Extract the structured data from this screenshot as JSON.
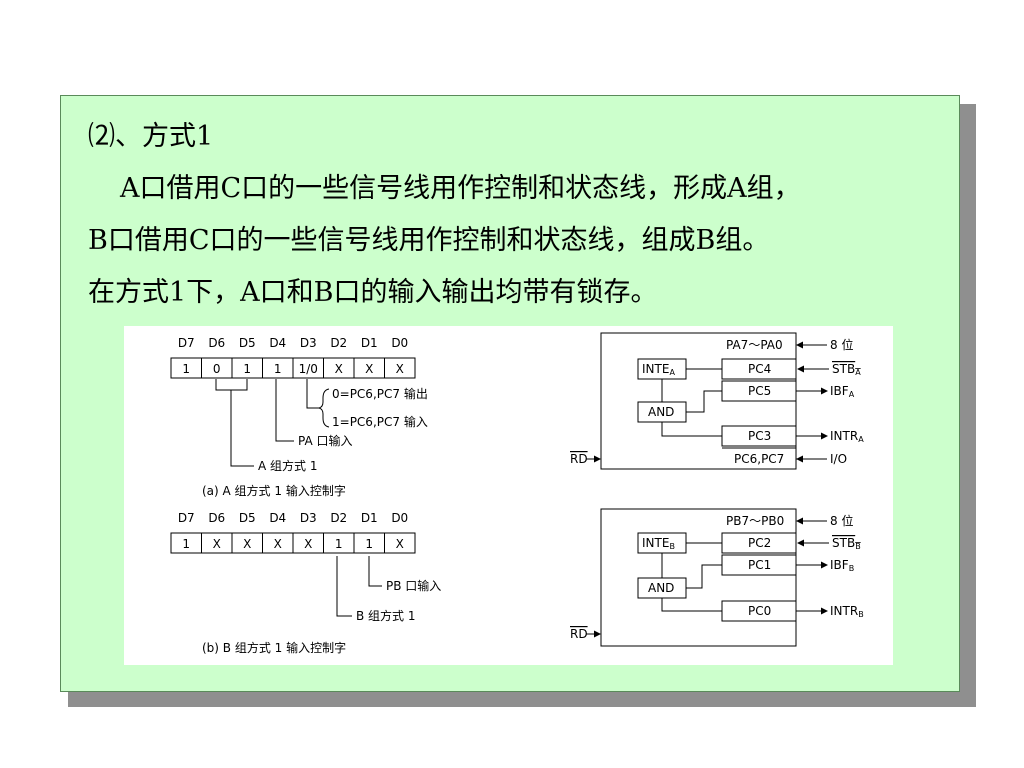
{
  "slide": {
    "heading": "⑵、方式1",
    "para_line1": "A口借用C口的一些信号线用作控制和状态线，形成A组，",
    "para_line2": "B口借用C口的一些信号线用作控制和状态线，组成B组。",
    "para_line3": "在方式1下，A口和B口的输入输出均带有锁存。"
  },
  "figure": {
    "bit_headers": [
      "D7",
      "D6",
      "D5",
      "D4",
      "D3",
      "D2",
      "D1",
      "D0"
    ],
    "a": {
      "bits": [
        "1",
        "0",
        "1",
        "1",
        "1/0",
        "X",
        "X",
        "X"
      ],
      "brace_line1": "0=PC6,PC7 输出",
      "brace_line2": "1=PC6,PC7 输入",
      "pa_label": "PA 口输入",
      "group_label": "A 组方式 1",
      "caption": "(a) A 组方式 1 输入控制字"
    },
    "b": {
      "bits": [
        "1",
        "X",
        "X",
        "X",
        "X",
        "1",
        "1",
        "X"
      ],
      "pb_label": "PB 口输入",
      "group_label": "B 组方式 1",
      "caption": "(b) B 组方式 1 输入控制字"
    },
    "circuit_a": {
      "port_label": "PA7～PA0",
      "port_signal": "8 位",
      "inte": "INTE",
      "inte_sub": "A",
      "and_gate": "AND",
      "pc4": "PC4",
      "pc5": "PC5",
      "pc3": "PC3",
      "pc67": "PC6,PC7",
      "stb": "STB",
      "stb_sub": "A",
      "ibf": "IBF",
      "ibf_sub": "A",
      "intr": "INTR",
      "intr_sub": "A",
      "io": "I/O",
      "rd": "RD"
    },
    "circuit_b": {
      "port_label": "PB7～PB0",
      "port_signal": "8 位",
      "inte": "INTE",
      "inte_sub": "B",
      "and_gate": "AND",
      "pc2": "PC2",
      "pc1": "PC1",
      "pc0": "PC0",
      "stb": "STB",
      "stb_sub": "B",
      "ibf": "IBF",
      "ibf_sub": "B",
      "intr": "INTR",
      "intr_sub": "B",
      "rd": "RD"
    }
  }
}
